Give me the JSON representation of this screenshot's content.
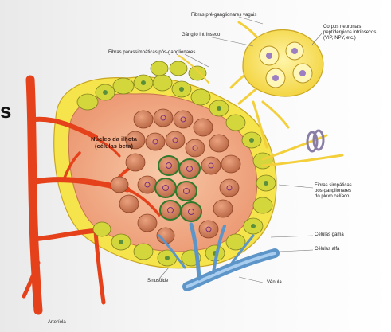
{
  "partial_heading": "s",
  "core_label": {
    "line1": "Núcleo da ilhota",
    "line2": "(células beta)"
  },
  "labels": {
    "pre_ganglionic": "Fibras pré-ganglionares vagais",
    "ganglion": "Gânglio intrínseco",
    "neurons": {
      "line1": "Corpos neuronais",
      "line2": "peptidérgicos intrínsecos",
      "line3": "(VIP, NPY, etc.)"
    },
    "parasympathetic": "Fibras parassimpáticas pós-ganglionares",
    "sympathetic": {
      "line1": "Fibras simpáticas",
      "line2": "pós-ganglionares",
      "line3": "do plexo celíaco"
    },
    "cell_a": "Células gama",
    "cell_b": "Células alfa",
    "capillary": "Sinusóide",
    "vein": "Vênula",
    "arteriole": "Arteríola"
  },
  "colors": {
    "artery": "#e8431c",
    "islet_body": "#f2b48c",
    "yellow_rim": "#f7e74a",
    "beta_cell": "#d98760",
    "alpha_cell": "#c9cf3a",
    "delta_cell": "#5a8f3e",
    "vein": "#6ea6d9",
    "nerve": "#f5d54a"
  }
}
